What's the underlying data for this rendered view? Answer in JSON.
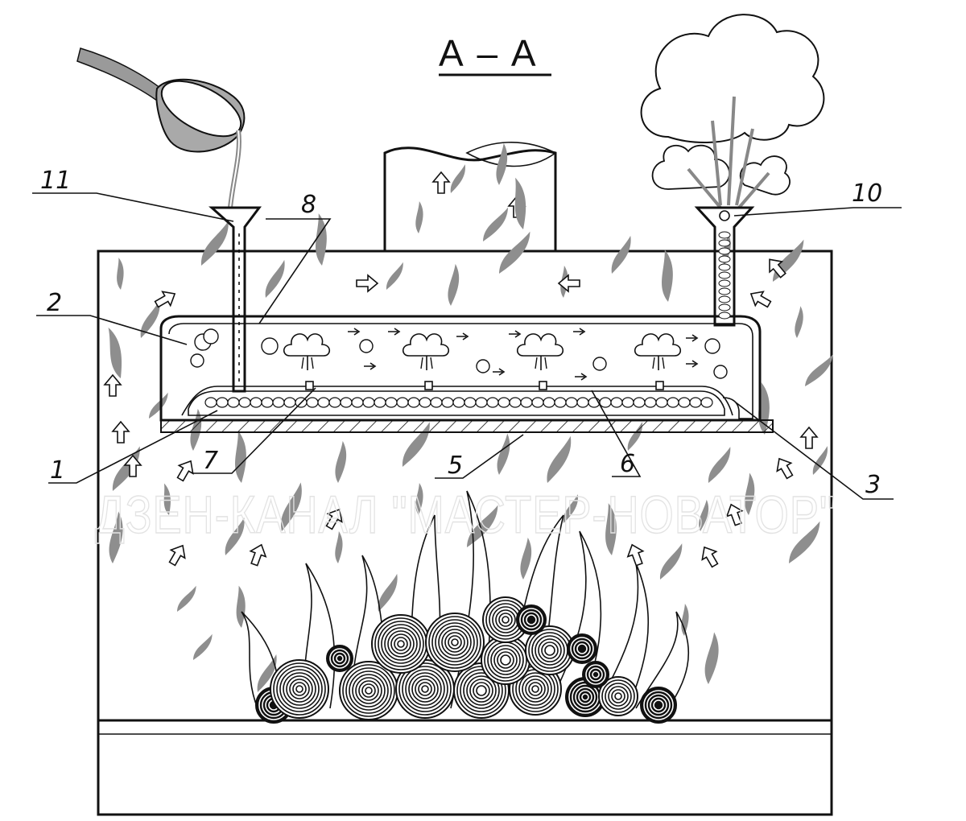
{
  "title": "А – А",
  "watermark": "ДЗЕН-КАНАЛ \"МАСТЕР-НОВАТОР\"",
  "callouts": [
    "1",
    "2",
    "3",
    "5",
    "6",
    "7",
    "8",
    "10",
    "11"
  ],
  "colors": {
    "line": "#111111",
    "flame": "#9a9a9a",
    "flame_dark": "#6e6e6e",
    "background": "#ffffff"
  },
  "icons": [
    "ladle-icon",
    "steam-cloud-icon",
    "flame-icon",
    "log-icon",
    "arrow-icon"
  ]
}
